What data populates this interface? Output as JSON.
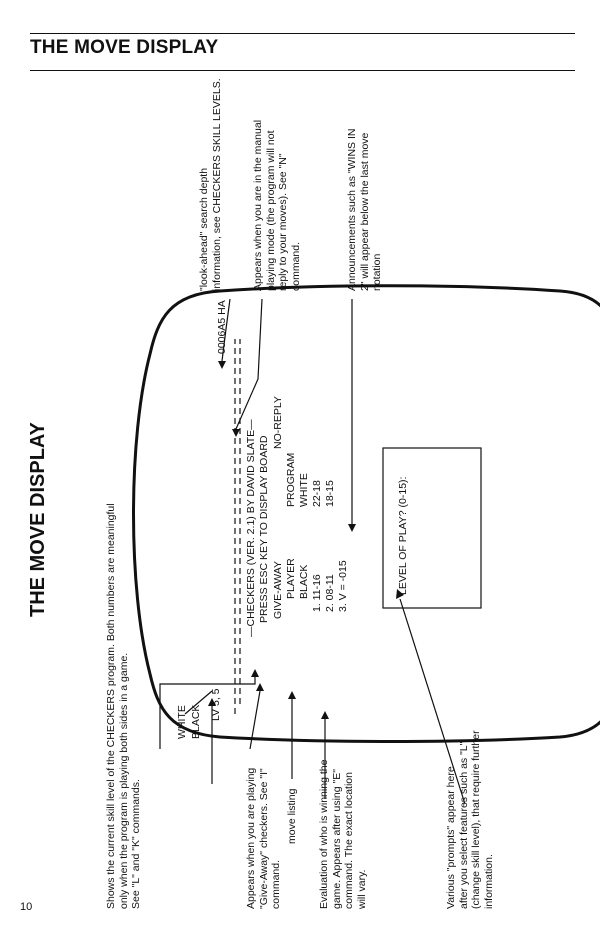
{
  "header": {
    "title": "THE MOVE DISPLAY"
  },
  "side_title": "THE MOVE DISPLAY",
  "page_number": "10",
  "screen": {
    "banner1": "—CHECKERS (VER. 2.1) BY DAVID SLATE—",
    "banner2": "PRESS ESC KEY TO DISPLAY BOARD",
    "give_away": "GIVE-AWAY",
    "no_reply": "NO-REPLY",
    "hash": "0006A5 HA",
    "level": "LV 5, 5",
    "player": "PLAYER",
    "black": "BLACK",
    "program": "PROGRAM",
    "white": "WHITE",
    "moves_left": [
      "1. 11-16",
      "2. 08-11",
      "3. V = -015"
    ],
    "moves_right": [
      "22-18",
      "18-15"
    ],
    "prompt": "LEVEL OF PLAY? (0-15):"
  },
  "labels": {
    "white": "WHITE",
    "black": "BLACK"
  },
  "annotations": {
    "skill": [
      "Shows the current skill level of the CHECKERS program. Both numbers are meaningful",
      "only when the program is playing both sides in a game.",
      "See \"L\" and \"K\" commands."
    ],
    "giveaway": [
      "Appears when you are playing",
      "\"Give-Away\" checkers. See \"I\"",
      "command."
    ],
    "move_listing": "move listing",
    "evaluation": [
      "Evaluation of who is winning the",
      "game. Appears after using \"E\"",
      "command. The exact location",
      "will vary."
    ],
    "prompts": [
      "Various \"prompts\" appear here",
      "after you select features such as \"L\"",
      "(change skill level), that require further",
      "information."
    ],
    "lookahead": [
      "\"look-ahead\" search depth",
      "information, see CHECKERS SKILL LEVELS."
    ],
    "manual": [
      "Appears when you are in the manual",
      "playing mode (the program will not",
      "reply to your moves). See \"N\"",
      "command."
    ],
    "announce": [
      "Announcements such as \"WINS IN",
      "2\" will appear below the last move",
      "notation"
    ]
  }
}
